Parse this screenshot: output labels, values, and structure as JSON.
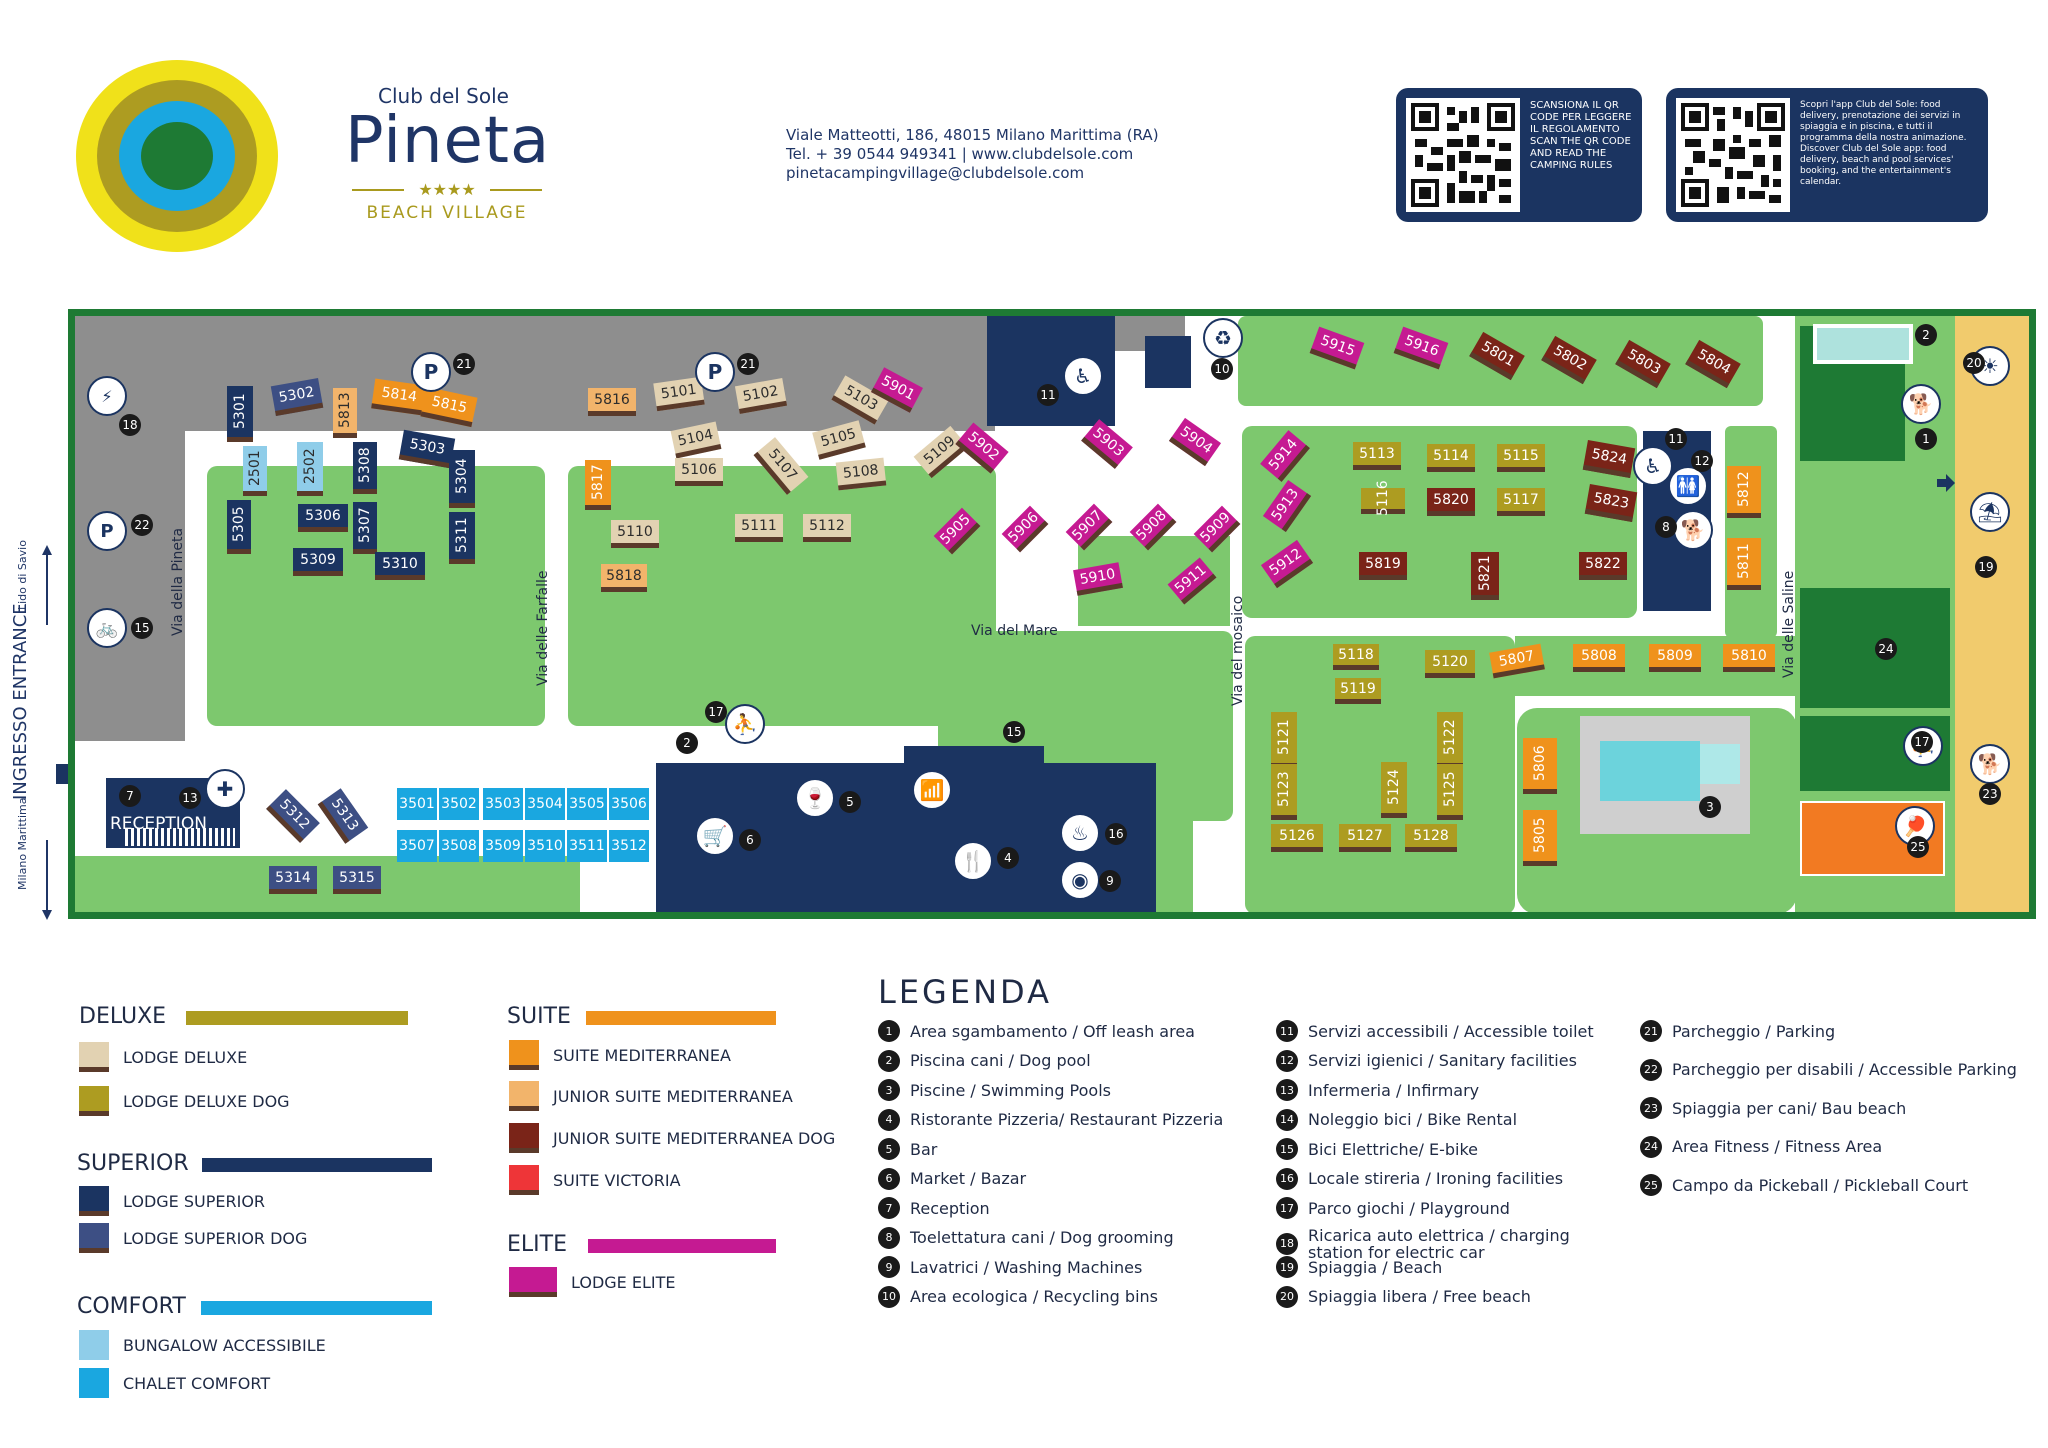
{
  "brand": {
    "subtitle": "Club del Sole",
    "name": "Pineta",
    "stars": "★★★★",
    "tagline": "BEACH VILLAGE"
  },
  "contact": {
    "address": "Viale Matteotti, 186, 48015 Milano Marittima (RA)",
    "phone_web": "Tel. + 39 0544 949341  | www.clubdelsole.com",
    "email": "pinetacampingvillage@clubdelsole.com"
  },
  "qr_cards": [
    {
      "text": "SCANSIONA IL QR CODE PER LEGGERE IL REGOLAMENTO\nSCAN THE QR CODE AND READ THE CAMPING RULES"
    },
    {
      "text": "Scopri l'app Club del Sole: food delivery, prenotazione dei servizi in spiaggia e in piscina, e tutti il programma della nostra animazione.\nDiscover Club del Sole app: food delivery, beach and pool services' booking, and the entertainment's calendar."
    }
  ],
  "side": {
    "entrance": "INGRESSO ENTRANCE",
    "lido": "Lido di Savio",
    "milano": "Milano Marittima"
  },
  "streets": {
    "pineta": "Via della Pineta",
    "farfalle": "Via delle Farfalle",
    "mare": "Via del Mare",
    "mosaico": "Via del mosaico",
    "saline": "Via delle Saline"
  },
  "reception": "RECEPTION",
  "units": [
    {
      "id": "5301",
      "c": "ls"
    },
    {
      "id": "5302",
      "c": "lsd"
    },
    {
      "id": "5813",
      "c": "jsm"
    },
    {
      "id": "5814",
      "c": "sm"
    },
    {
      "id": "5815",
      "c": "sm"
    },
    {
      "id": "5303",
      "c": "ls"
    },
    {
      "id": "2501",
      "c": "ba"
    },
    {
      "id": "2502",
      "c": "ba"
    },
    {
      "id": "5308",
      "c": "ls"
    },
    {
      "id": "5304",
      "c": "ls"
    },
    {
      "id": "5305",
      "c": "ls"
    },
    {
      "id": "5306",
      "c": "ls"
    },
    {
      "id": "5307",
      "c": "ls"
    },
    {
      "id": "5311",
      "c": "ls"
    },
    {
      "id": "5309",
      "c": "ls"
    },
    {
      "id": "5310",
      "c": "ls"
    },
    {
      "id": "5816",
      "c": "jsm"
    },
    {
      "id": "5101",
      "c": "ld"
    },
    {
      "id": "5102",
      "c": "ld"
    },
    {
      "id": "5103",
      "c": "ld"
    },
    {
      "id": "5901",
      "c": "el"
    },
    {
      "id": "5817",
      "c": "sm"
    },
    {
      "id": "5104",
      "c": "ld"
    },
    {
      "id": "5106",
      "c": "ld"
    },
    {
      "id": "5107",
      "c": "ld"
    },
    {
      "id": "5105",
      "c": "ld"
    },
    {
      "id": "5108",
      "c": "ld"
    },
    {
      "id": "5109",
      "c": "ld"
    },
    {
      "id": "5902",
      "c": "el"
    },
    {
      "id": "5110",
      "c": "ld"
    },
    {
      "id": "5818",
      "c": "jsm"
    },
    {
      "id": "5111",
      "c": "ld"
    },
    {
      "id": "5112",
      "c": "ld"
    },
    {
      "id": "5903",
      "c": "el"
    },
    {
      "id": "5904",
      "c": "el"
    },
    {
      "id": "5905",
      "c": "el"
    },
    {
      "id": "5906",
      "c": "el"
    },
    {
      "id": "5907",
      "c": "el"
    },
    {
      "id": "5908",
      "c": "el"
    },
    {
      "id": "5909",
      "c": "el"
    },
    {
      "id": "5910",
      "c": "el"
    },
    {
      "id": "5911",
      "c": "el"
    },
    {
      "id": "5915",
      "c": "el"
    },
    {
      "id": "5916",
      "c": "el"
    },
    {
      "id": "5801",
      "c": "jsmd"
    },
    {
      "id": "5802",
      "c": "jsmd"
    },
    {
      "id": "5803",
      "c": "jsmd"
    },
    {
      "id": "5804",
      "c": "jsmd"
    },
    {
      "id": "5914",
      "c": "el"
    },
    {
      "id": "5113",
      "c": "ldd"
    },
    {
      "id": "5114",
      "c": "ldd"
    },
    {
      "id": "5115",
      "c": "ldd"
    },
    {
      "id": "5824",
      "c": "jsmd"
    },
    {
      "id": "5913",
      "c": "el"
    },
    {
      "id": "5116",
      "c": "ldd"
    },
    {
      "id": "5820",
      "c": "jsmd"
    },
    {
      "id": "5117",
      "c": "ldd"
    },
    {
      "id": "5823",
      "c": "jsmd"
    },
    {
      "id": "5912",
      "c": "el"
    },
    {
      "id": "5819",
      "c": "jsmd"
    },
    {
      "id": "5821",
      "c": "jsmd"
    },
    {
      "id": "5822",
      "c": "jsmd"
    },
    {
      "id": "5812",
      "c": "sm"
    },
    {
      "id": "5811",
      "c": "sm"
    },
    {
      "id": "5118",
      "c": "ldd"
    },
    {
      "id": "5120",
      "c": "ldd"
    },
    {
      "id": "5807",
      "c": "sm"
    },
    {
      "id": "5808",
      "c": "sm"
    },
    {
      "id": "5809",
      "c": "sm"
    },
    {
      "id": "5810",
      "c": "sm"
    },
    {
      "id": "5119",
      "c": "ldd"
    },
    {
      "id": "5121",
      "c": "ldd"
    },
    {
      "id": "5122",
      "c": "ldd"
    },
    {
      "id": "5123",
      "c": "ldd"
    },
    {
      "id": "5124",
      "c": "ldd"
    },
    {
      "id": "5125",
      "c": "ldd"
    },
    {
      "id": "5806",
      "c": "sm"
    },
    {
      "id": "5805",
      "c": "sm"
    },
    {
      "id": "5126",
      "c": "ldd"
    },
    {
      "id": "5127",
      "c": "ldd"
    },
    {
      "id": "5128",
      "c": "ldd"
    },
    {
      "id": "5312",
      "c": "lsd"
    },
    {
      "id": "5313",
      "c": "lsd"
    },
    {
      "id": "5314",
      "c": "lsd"
    },
    {
      "id": "5315",
      "c": "lsd"
    },
    {
      "id": "3501",
      "c": "ch"
    },
    {
      "id": "3502",
      "c": "ch"
    },
    {
      "id": "3503",
      "c": "ch"
    },
    {
      "id": "3504",
      "c": "ch"
    },
    {
      "id": "3505",
      "c": "ch"
    },
    {
      "id": "3506",
      "c": "ch"
    },
    {
      "id": "3507",
      "c": "ch"
    },
    {
      "id": "3508",
      "c": "ch"
    },
    {
      "id": "3509",
      "c": "ch"
    },
    {
      "id": "3510",
      "c": "ch"
    },
    {
      "id": "3511",
      "c": "ch"
    },
    {
      "id": "3512",
      "c": "ch"
    }
  ],
  "map_numbers": [
    "21",
    "21",
    "18",
    "22",
    "15",
    "11",
    "10",
    "2",
    "20",
    "1",
    "11",
    "12",
    "8",
    "19",
    "24",
    "17",
    "23",
    "25",
    "3",
    "17",
    "2",
    "5",
    "6",
    "4",
    "16",
    "9",
    "15",
    "7",
    "13"
  ],
  "categories": {
    "deluxe": {
      "title": "DELUXE",
      "color": "#ad9c21",
      "items": [
        {
          "label": "LODGE DELUXE",
          "color": "#e2d2b2"
        },
        {
          "label": "LODGE DELUXE DOG",
          "color": "#ad9c21"
        }
      ]
    },
    "superior": {
      "title": "SUPERIOR",
      "color": "#1b3461",
      "items": [
        {
          "label": "LODGE SUPERIOR",
          "color": "#1b3461"
        },
        {
          "label": "LODGE SUPERIOR DOG",
          "color": "#3d4f84"
        }
      ]
    },
    "comfort": {
      "title": "COMFORT",
      "color": "#1aa7e0",
      "items": [
        {
          "label": "BUNGALOW ACCESSIBILE",
          "color": "#8fcde9"
        },
        {
          "label": "CHALET COMFORT",
          "color": "#1aa7e0"
        }
      ]
    },
    "suite": {
      "title": "SUITE",
      "color": "#ef921c",
      "items": [
        {
          "label": "SUITE MEDITERRANEA",
          "color": "#ef921c"
        },
        {
          "label": "JUNIOR SUITE MEDITERRANEA",
          "color": "#f2b46b"
        },
        {
          "label": "JUNIOR SUITE MEDITERRANEA DOG",
          "color": "#7a2418"
        },
        {
          "label": "SUITE VICTORIA",
          "color": "#ee3538"
        }
      ]
    },
    "elite": {
      "title": "ELITE",
      "color": "#c51a92",
      "items": [
        {
          "label": "LODGE ELITE",
          "color": "#c51a92"
        }
      ]
    }
  },
  "legend": {
    "title": "LEGENDA",
    "items": [
      {
        "n": "1",
        "label": "Area sgambamento / Off leash area"
      },
      {
        "n": "2",
        "label": "Piscina cani / Dog pool"
      },
      {
        "n": "3",
        "label": "Piscine / Swimming Pools"
      },
      {
        "n": "4",
        "label": "Ristorante  Pizzeria/ Restaurant Pizzeria"
      },
      {
        "n": "5",
        "label": "Bar"
      },
      {
        "n": "6",
        "label": "Market / Bazar"
      },
      {
        "n": "7",
        "label": "Reception"
      },
      {
        "n": "8",
        "label": "Toelettatura cani / Dog grooming"
      },
      {
        "n": "9",
        "label": "Lavatrici / Washing Machines"
      },
      {
        "n": "10",
        "label": "Area ecologica / Recycling bins"
      },
      {
        "n": "11",
        "label": "Servizi accessibili / Accessible toilet"
      },
      {
        "n": "12",
        "label": "Servizi igienici / Sanitary facilities"
      },
      {
        "n": "13",
        "label": "Infermeria / Infirmary"
      },
      {
        "n": "14",
        "label": "Noleggio bici / Bike Rental"
      },
      {
        "n": "15",
        "label": " Bici Elettriche/ E-bike"
      },
      {
        "n": "16",
        "label": "Locale stireria / Ironing facilities"
      },
      {
        "n": "17",
        "label": "Parco giochi / Playground"
      },
      {
        "n": "18",
        "label": "Ricarica auto elettrica / charging station for electric car"
      },
      {
        "n": "19",
        "label": "Spiaggia / Beach"
      },
      {
        "n": "20",
        "label": " Spiaggia libera / Free beach"
      },
      {
        "n": "21",
        "label": "Parcheggio / Parking"
      },
      {
        "n": "22",
        "label": "Parcheggio per disabili / Accessible Parking"
      },
      {
        "n": "23",
        "label": "Spiaggia per cani/ Bau beach"
      },
      {
        "n": "24",
        "label": "Area Fitness / Fitness Area"
      },
      {
        "n": "25",
        "label": "Campo da Pickeball / Pickleball Court"
      }
    ]
  }
}
